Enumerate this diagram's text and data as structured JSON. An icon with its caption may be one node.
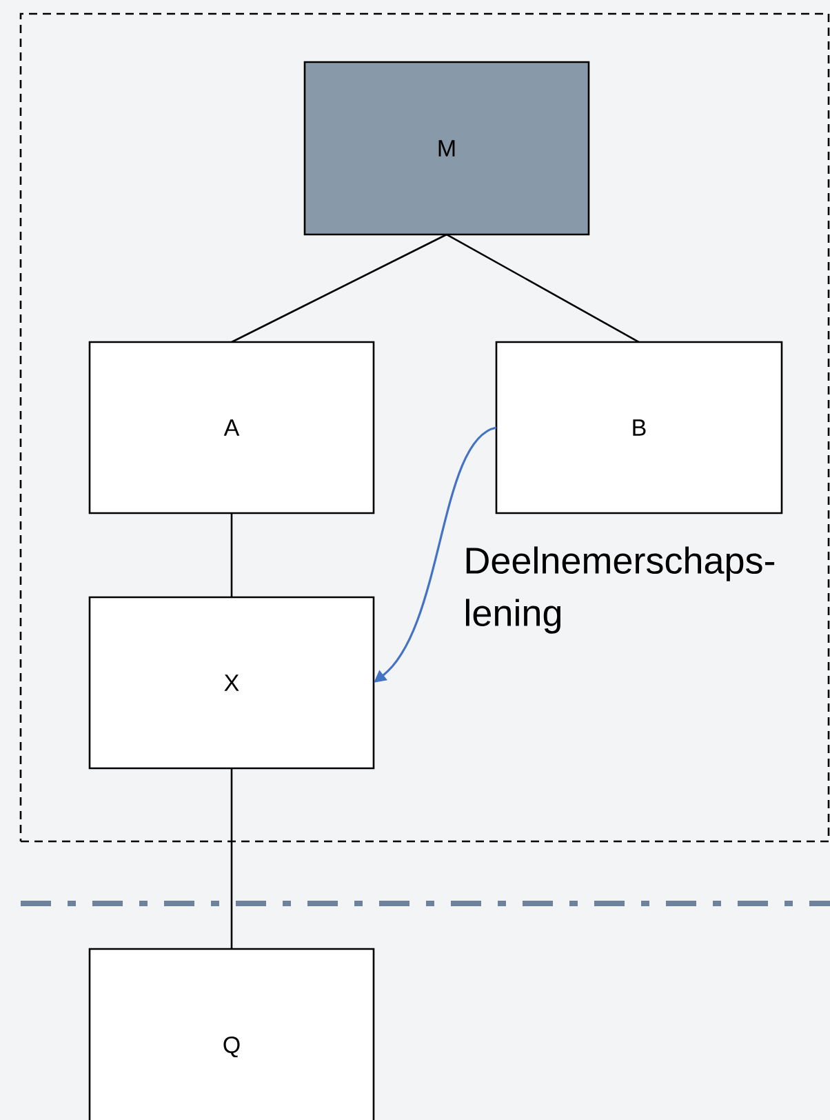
{
  "diagram": {
    "nodes": [
      {
        "text": [],
        "shape": "box"
      },
      {
        "text": [
          "M"
        ],
        "in": 0
      },
      {
        "text": [
          "A"
        ],
        "in": 0
      },
      {
        "text": [
          "B"
        ],
        "in": 0
      },
      {
        "text": [
          "X"
        ],
        "in": 0
      },
      {
        "text": [
          "Q"
        ]
      }
    ],
    "edges": [
      {
        "from": 1,
        "to": 2,
        "arrow": "none"
      },
      {
        "from": 1,
        "to": 3,
        "arrow": "none"
      },
      {
        "from": 2,
        "to": 4,
        "arrow": "none"
      },
      {
        "from": 3,
        "to": 4,
        "arrow": "to",
        "label": "Deelnemerschaps- lening",
        "color": "#4472c4"
      },
      {
        "from": 4,
        "to": 5,
        "arrow": "none"
      }
    ]
  }
}
